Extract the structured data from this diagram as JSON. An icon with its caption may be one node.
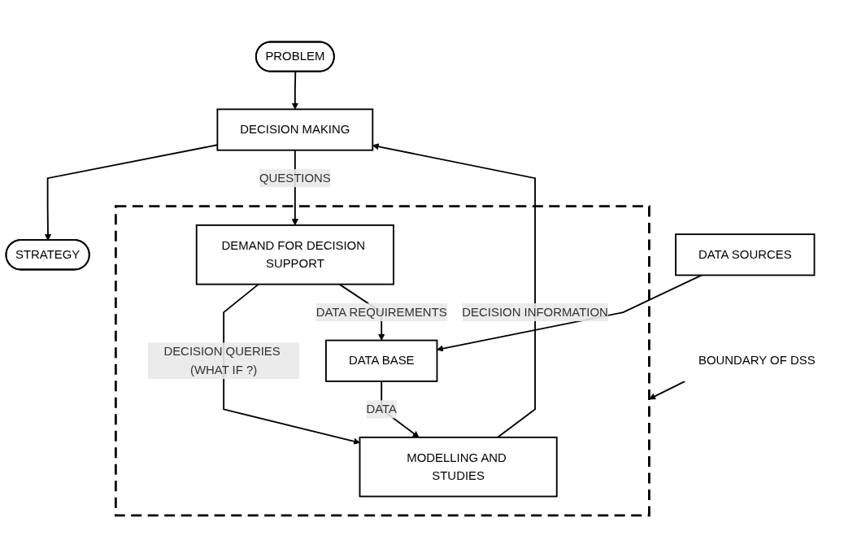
{
  "diagram": {
    "nodes": [
      {
        "text": [
          "PROBLEM"
        ]
      },
      {
        "text": [
          "STRATEGY"
        ]
      },
      {
        "text": [
          "DECISION MAKING"
        ]
      },
      {
        "text": [],
        "shape": "box"
      },
      {
        "text": [
          "MODELLING AND STUDIES"
        ],
        "in": 3
      },
      {
        "text": [
          "DEMAND FOR DECISION SUPPORT"
        ],
        "in": 3
      },
      {
        "text": [
          "DATA BASE"
        ],
        "in": 3
      },
      {
        "text": [
          "DATA SOURCES"
        ]
      },
      {
        "text": [
          "BOUNDARY OF DSS"
        ]
      }
    ],
    "edges": [
      {
        "from": 0,
        "to": 2,
        "arrow": "to"
      },
      {
        "from": 2,
        "to": 1,
        "arrow": "to"
      },
      {
        "from": 4,
        "to": 2,
        "label": "DECISION INFORMATION",
        "arrow": "to"
      },
      {
        "from": 2,
        "to": 5,
        "label": "QUESTIONS",
        "arrow": "to"
      },
      {
        "from": 5,
        "to": 4,
        "label": "DECISION QUERIES (WHAT IF ?)",
        "arrow": "to"
      },
      {
        "from": 6,
        "to": 4,
        "label": "DATA",
        "arrow": "to"
      },
      {
        "from": 5,
        "to": 6,
        "label": "DATA REQUIREMENTS",
        "arrow": "to"
      },
      {
        "from": 7,
        "to": 6,
        "arrow": "to"
      },
      {
        "from": 8,
        "to": 3,
        "arrow": "to"
      }
    ]
  }
}
